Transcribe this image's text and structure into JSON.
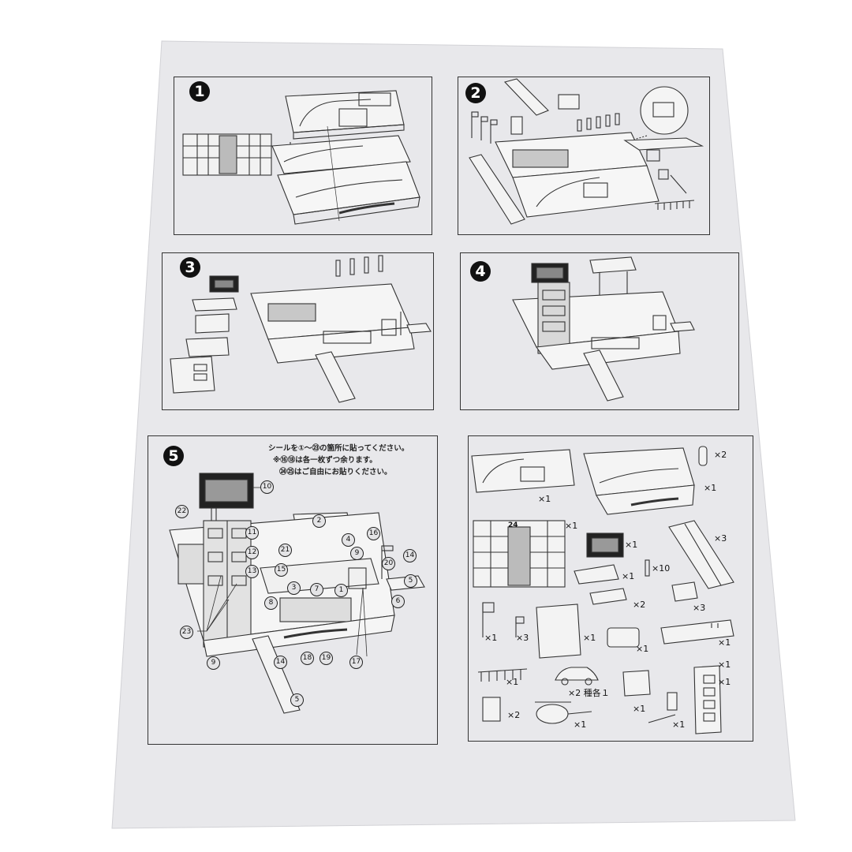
{
  "steps": [
    {
      "id": 1,
      "label": "1"
    },
    {
      "id": 2,
      "label": "2"
    },
    {
      "id": 3,
      "label": "3"
    },
    {
      "id": 4,
      "label": "4"
    },
    {
      "id": 5,
      "label": "5"
    }
  ],
  "step5": {
    "instructions": [
      "シールを①～㉓の箇所に貼ってください。",
      "※⑯⑱は各一枚ずつ余ります。",
      "㉔㉕はご自由にお貼りください。"
    ],
    "callouts": [
      "10",
      "22",
      "2",
      "11",
      "4",
      "16",
      "21",
      "12",
      "9",
      "20",
      "14",
      "15",
      "13",
      "3",
      "7",
      "1",
      "5",
      "8",
      "6",
      "23",
      "9",
      "14",
      "18",
      "19",
      "17",
      "5"
    ]
  },
  "parts": {
    "counts": [
      "×2",
      "×1",
      "×1",
      "×1",
      "×1",
      "×3",
      "×1",
      "×10",
      "×2",
      "×3",
      "×1",
      "×3",
      "×1",
      "×1",
      "×1",
      "×1",
      "×1",
      "×2 種各１",
      "×1",
      "×1",
      "×2",
      "×1",
      "×1"
    ],
    "sign_text": "24"
  },
  "colors": {
    "paper": "#e8e8eb",
    "line": "#333333",
    "background": "#ffffff"
  }
}
